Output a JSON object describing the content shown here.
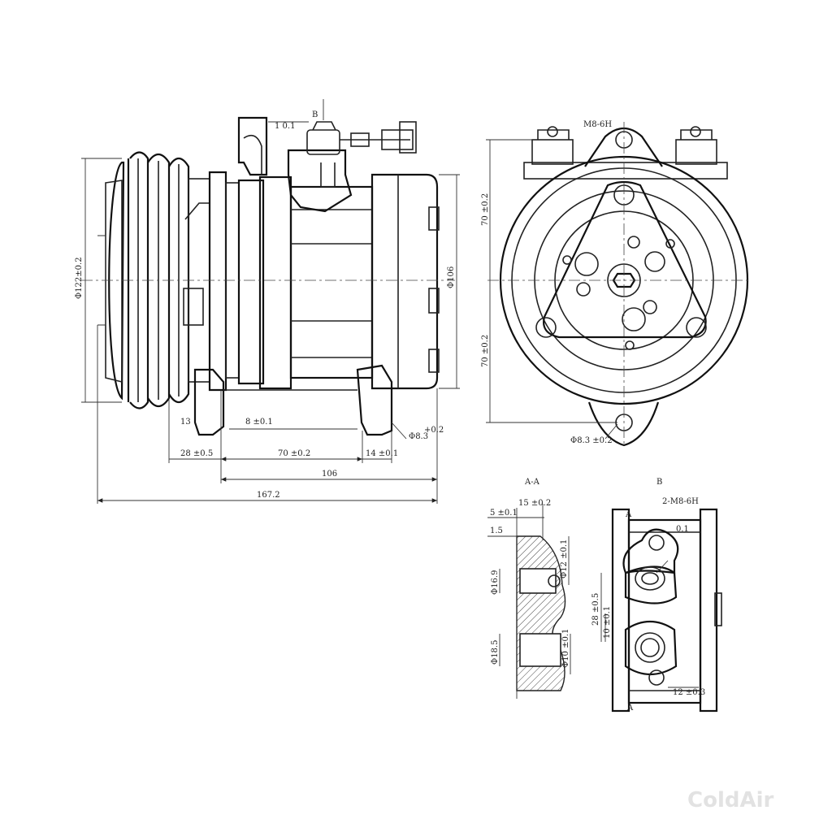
{
  "view_labels": {
    "section_aa": "A-A",
    "view_b_top": "B",
    "view_b_detail": "B",
    "marker_a_top": "A",
    "marker_a_bottom": "A"
  },
  "side_view": {
    "tol_top": "1 0.1",
    "dim_pulley_diameter": "Φ122±0.2",
    "dim_body_diameter": "Φ106",
    "dim_13": "13",
    "dim_8": "8 ±0.1",
    "dim_ear_hole": "Φ8.3",
    "dim_ear_hole_tol": "+0.2",
    "dim_28": "28 ±0.5",
    "dim_70": "70 ±0.2",
    "dim_14": "14 ±0.1",
    "dim_106": "106",
    "dim_167": "167.2"
  },
  "front_view": {
    "thread": "M8-6H",
    "dim_70_upper": "70 ±0.2",
    "dim_70_lower": "70 ±0.2",
    "dim_mount_hole": "Φ8.3 ±0.2"
  },
  "section_view": {
    "dim_5": "5 ±0.1",
    "dim_15": "15 ±0.2",
    "dim_1_5": "1.5",
    "dim_dia_16": "Φ16.9",
    "dim_dia_12": "Φ12 ±0.1",
    "dim_dia_18": "Φ18.5",
    "dim_dia_10": "Φ10 ±0.1"
  },
  "detail_view": {
    "thread": "2-M8-6H",
    "tol_right": "0.1",
    "dim_28": "28 ±0.5",
    "dim_10": "10 ±0.1",
    "dim_bottom": "12 ±0.3"
  },
  "watermark": "ColdAir"
}
